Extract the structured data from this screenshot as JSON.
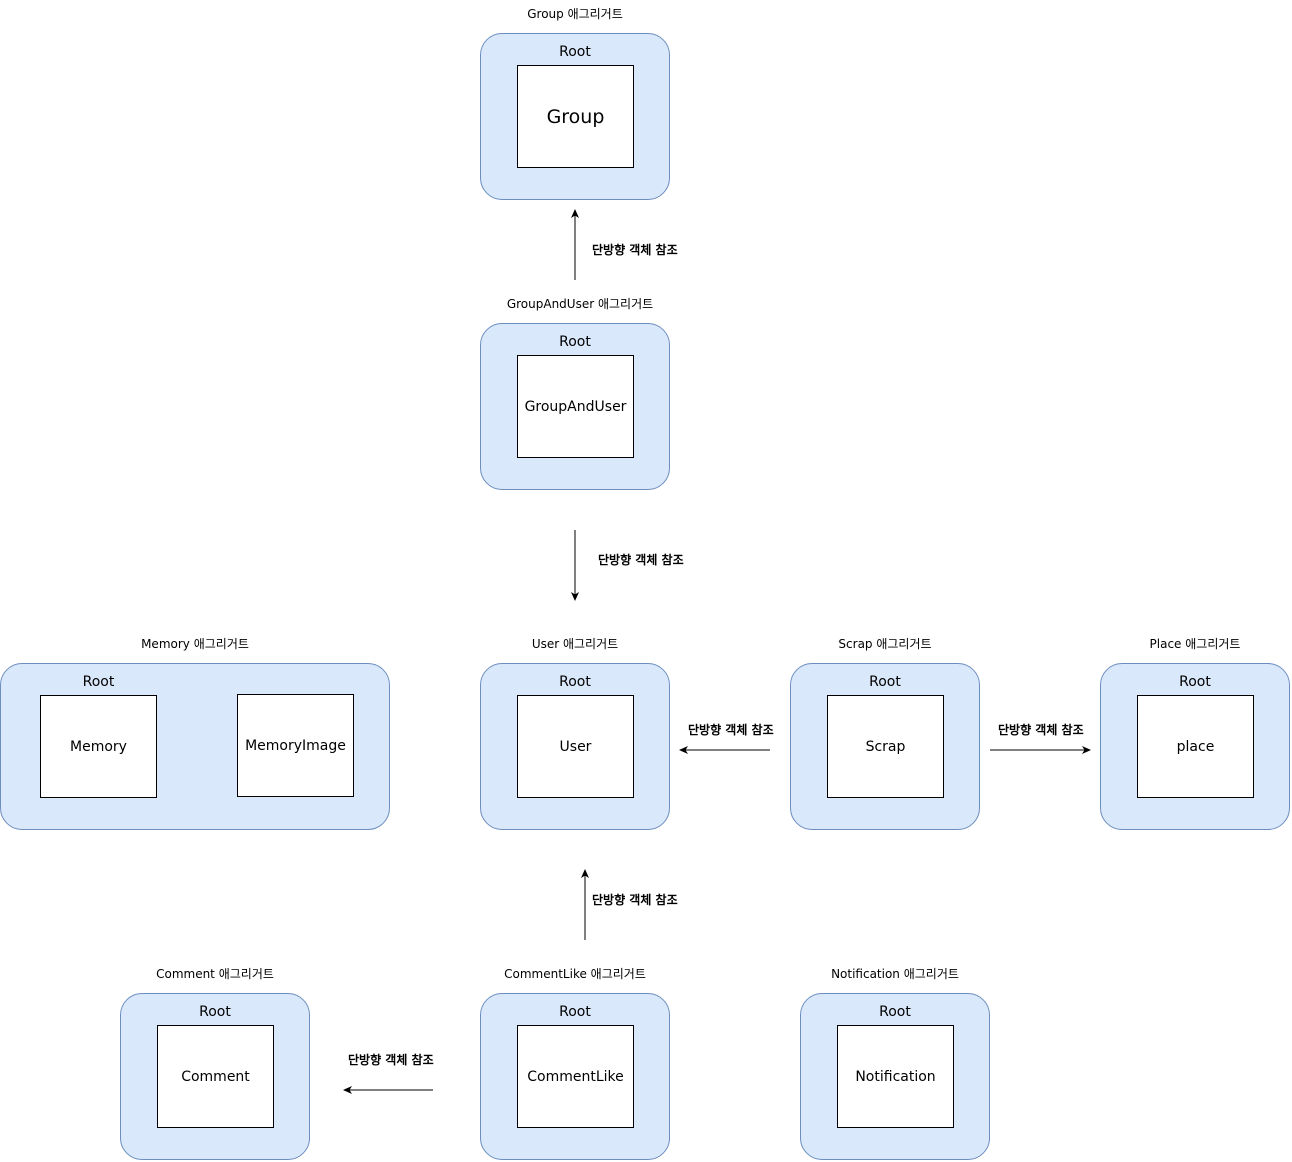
{
  "aggregates": {
    "group": {
      "title": "Group 애그리거트",
      "root": "Root",
      "entity": "Group"
    },
    "groupanduser": {
      "title": "GroupAndUser 애그리거트",
      "root": "Root",
      "entity": "GroupAndUser"
    },
    "memory": {
      "title": "Memory 애그리거트",
      "root": "Root",
      "entity": "Memory",
      "entity2": "MemoryImage"
    },
    "user": {
      "title": "User 애그리거트",
      "root": "Root",
      "entity": "User"
    },
    "scrap": {
      "title": "Scrap 애그리거트",
      "root": "Root",
      "entity": "Scrap"
    },
    "place": {
      "title": "Place 애그리거트",
      "root": "Root",
      "entity": "place"
    },
    "comment": {
      "title": "Comment 애그리거트",
      "root": "Root",
      "entity": "Comment"
    },
    "commentlike": {
      "title": "CommentLike 애그리거트",
      "root": "Root",
      "entity": "CommentLike"
    },
    "notification": {
      "title": "Notification 애그리거트",
      "root": "Root",
      "entity": "Notification"
    }
  },
  "edges": {
    "groupanduser_to_group": "단방향 객체 참조",
    "groupanduser_to_user": "단방향 객체 참조",
    "scrap_to_user": "단방향 객체 참조",
    "scrap_to_place": "단방향 객체 참조",
    "commentlike_to_user": "단방향 객체 참조",
    "commentlike_to_comment": "단방향 객체 참조"
  },
  "colors": {
    "aggregate_fill": "#dae8fc",
    "aggregate_stroke": "#6c8ebf",
    "entity_fill": "#ffffff",
    "arrow": "#000000"
  }
}
